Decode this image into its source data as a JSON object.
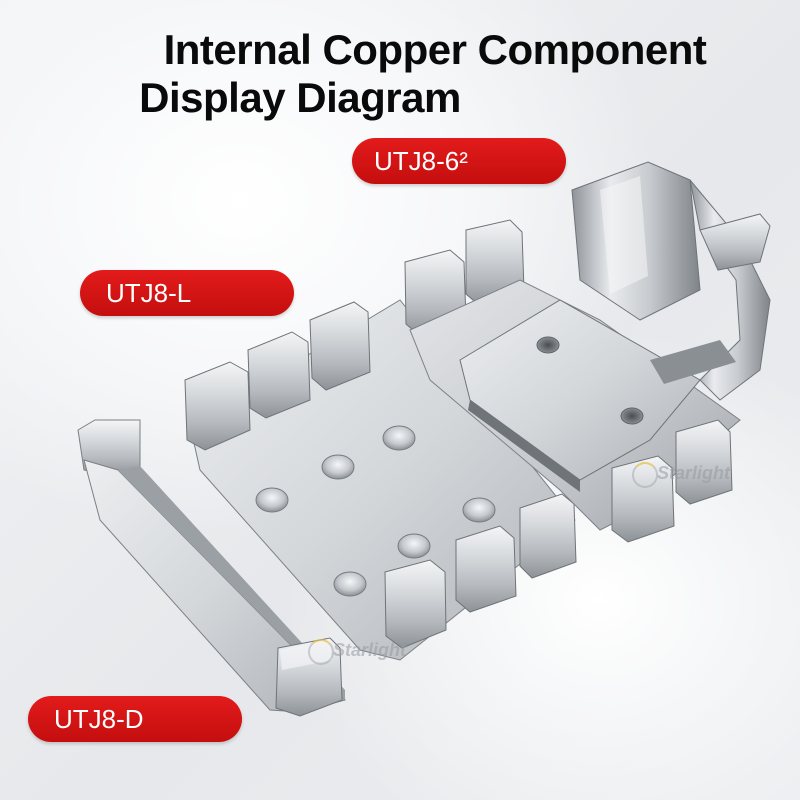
{
  "title": {
    "line1": "Internal Copper Component",
    "line2": "Display Diagram"
  },
  "labels": {
    "utj8_6": "UTJ8-6²",
    "utj8_l": "UTJ8-L",
    "utj8_d": "UTJ8-D"
  },
  "colors": {
    "label_bg": "#d31414",
    "label_text": "#ffffff",
    "title_text": "#0a0a0a",
    "metal_light": "#f2f3f5",
    "metal_mid": "#b9bdc2",
    "metal_dark": "#6e7378"
  },
  "watermark": {
    "text_1": "Starlight",
    "text_2": "Starlight"
  }
}
